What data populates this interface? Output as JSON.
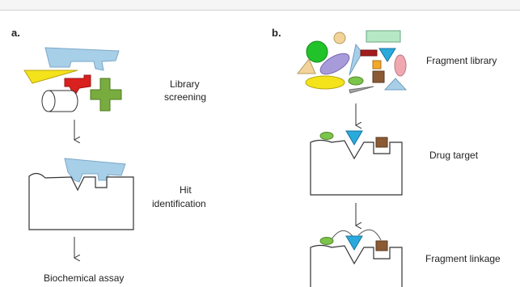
{
  "panel_a": {
    "letter": "a.",
    "steps": {
      "screening_1": "Library",
      "screening_2": "screening",
      "hit_1": "Hit",
      "hit_2": "identification",
      "assay": "Biochemical assay"
    }
  },
  "panel_b": {
    "letter": "b.",
    "steps": {
      "library": "Fragment library",
      "target": "Drug target",
      "linkage": "Fragment linkage"
    }
  },
  "colors": {
    "blue": "#a8cfe8",
    "yellow": "#f4e21a",
    "red": "#d9211f",
    "green": "#79ac3f",
    "dark_green": "#22c22a",
    "lime": "#7cc44a",
    "purple": "#a89bd9",
    "tan": "#f2d49a",
    "mint": "#b6e8c6",
    "pink": "#f0a8b0",
    "brown": "#8a5a34",
    "orange": "#f2a82a",
    "cyan_triangle": "#2aa9dd",
    "gray": "#a6a6a6"
  }
}
